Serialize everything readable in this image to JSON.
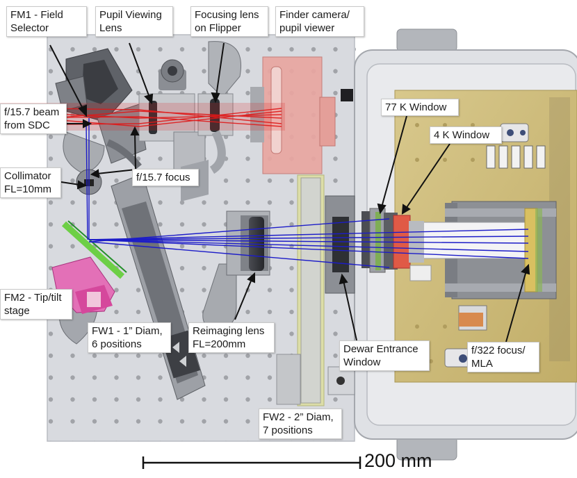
{
  "labels": {
    "fm1": "FM1 - Field\nSelector",
    "pupil_lens": "Pupil Viewing\nLens",
    "focusing_lens": "Focusing lens\non Flipper",
    "finder_camera": "Finder camera/\npupil viewer",
    "beam": "f/15.7 beam\nfrom SDC",
    "collimator": "Collimator\nFL=10mm",
    "f157_focus": "f/15.7 focus",
    "window_77k": "77 K Window",
    "window_4k": "4 K Window",
    "fm2": "FM2 - Tip/tilt\nstage",
    "fw1": "FW1 - 1” Diam,\n6 positions",
    "reimaging_lens": "Reimaging lens\nFL=200mm",
    "dewar_window": "Dewar Entrance\nWindow",
    "f322_focus": "f/322 focus/\nMLA",
    "fw2": "FW2 - 2” Diam,\n7 positions"
  },
  "scale_bar": {
    "label": "200 mm"
  },
  "colors": {
    "red_beam": "#e01818",
    "blue_beam": "#1c1cc8",
    "breadboard": "#d9dbe0",
    "cryostat_gold": "#cdb978",
    "finder_pink": "#e89a94",
    "fm2_magenta": "#e05aa8",
    "fm2_green": "#66cc44"
  }
}
